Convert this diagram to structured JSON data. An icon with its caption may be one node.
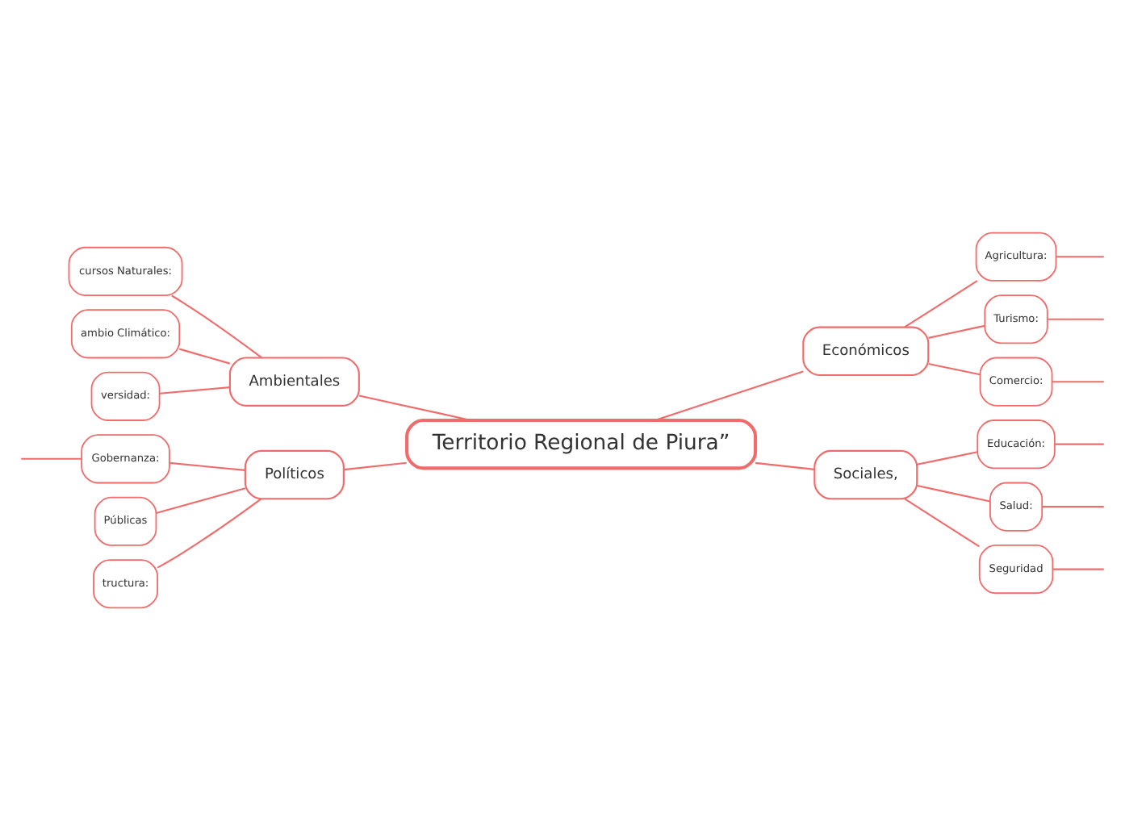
{
  "diagram": {
    "nodes": [
      {
        "text": [
          "Territorio Regional de Piura”"
        ]
      },
      {
        "text": [
          "Ambientales"
        ]
      },
      {
        "text": [
          "cursos Naturales:"
        ]
      },
      {
        "text": [
          "ambio Climático:"
        ]
      },
      {
        "text": [
          "versidad:"
        ]
      },
      {
        "text": [
          "Políticos"
        ]
      },
      {
        "text": [
          "Gobernanza:"
        ]
      },
      {
        "text": [
          "Públicas"
        ]
      },
      {
        "text": [
          "tructura:"
        ]
      },
      {
        "text": [
          "Económicos"
        ]
      },
      {
        "text": [
          "Agricultura:"
        ]
      },
      {
        "text": [
          "Turismo:"
        ]
      },
      {
        "text": [
          "Comercio:"
        ]
      },
      {
        "text": [
          "Sociales,"
        ]
      },
      {
        "text": [
          "Educación:"
        ]
      },
      {
        "text": [
          "Salud:"
        ]
      },
      {
        "text": [
          "Seguridad"
        ]
      }
    ],
    "edges": [
      {
        "from": 2,
        "to": 1,
        "arrow": "none"
      },
      {
        "from": 3,
        "to": 1,
        "arrow": "none"
      },
      {
        "from": 4,
        "to": 1,
        "arrow": "none"
      },
      {
        "from": 1,
        "to": 0,
        "arrow": "none"
      },
      {
        "from": null,
        "to": 6,
        "arrow": "none"
      },
      {
        "from": 6,
        "to": 5,
        "arrow": "none"
      },
      {
        "from": 7,
        "to": 5,
        "arrow": "none"
      },
      {
        "from": 8,
        "to": 5,
        "arrow": "none"
      },
      {
        "from": 5,
        "to": 0,
        "arrow": "none"
      },
      {
        "from": 0,
        "to": 9,
        "arrow": "none"
      },
      {
        "from": 9,
        "to": 10,
        "arrow": "none"
      },
      {
        "from": 9,
        "to": 11,
        "arrow": "none"
      },
      {
        "from": 9,
        "to": 12,
        "arrow": "none"
      },
      {
        "from": 0,
        "to": 13,
        "arrow": "none"
      },
      {
        "from": 13,
        "to": 14,
        "arrow": "none"
      },
      {
        "from": 13,
        "to": 15,
        "arrow": "none"
      },
      {
        "from": 13,
        "to": 16,
        "arrow": "none"
      },
      {
        "from": 10,
        "to": null,
        "arrow": "none"
      },
      {
        "from": 11,
        "to": null,
        "arrow": "none"
      },
      {
        "from": 12,
        "to": null,
        "arrow": "none"
      },
      {
        "from": 14,
        "to": null,
        "arrow": "none"
      },
      {
        "from": 15,
        "to": null,
        "arrow": "none"
      },
      {
        "from": 16,
        "to": null,
        "arrow": "none"
      }
    ]
  }
}
